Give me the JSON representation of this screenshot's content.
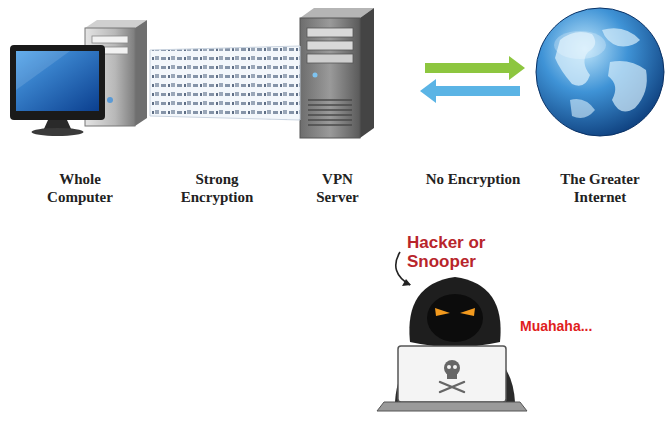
{
  "diagram": {
    "nodes": [
      {
        "text": [
          "Whole Computer"
        ]
      },
      {
        "text": [
          "VPN Server"
        ]
      },
      {
        "text": [
          "The Greater Internet"
        ]
      },
      {
        "text": [
          "Hacker or Snooper",
          "Muahaha..."
        ]
      }
    ],
    "edges": [
      {
        "from": 0,
        "to": 1,
        "arrow": "none",
        "label": "Strong Encryption"
      },
      {
        "from": 1,
        "to": 2,
        "arrow": "both",
        "label": "No Encryption"
      }
    ]
  }
}
